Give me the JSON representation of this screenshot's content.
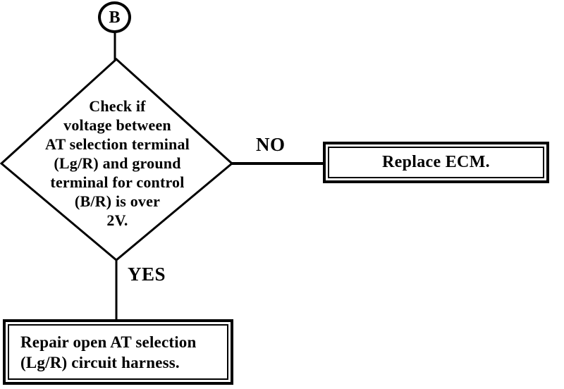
{
  "page": {
    "background": "#ffffff",
    "ink": "#000000"
  },
  "flowchart": {
    "connector": {
      "label": "B"
    },
    "decision": {
      "text": "Check if\nvoltage between\nAT selection terminal\n(Lg/R) and ground\nterminal for control\n(B/R) is over\n2V."
    },
    "branches": {
      "no_label": "NO",
      "yes_label": "YES"
    },
    "no_action": {
      "text": "Replace ECM."
    },
    "yes_action": {
      "text": "Repair open AT selection\n(Lg/R) circuit harness."
    }
  }
}
